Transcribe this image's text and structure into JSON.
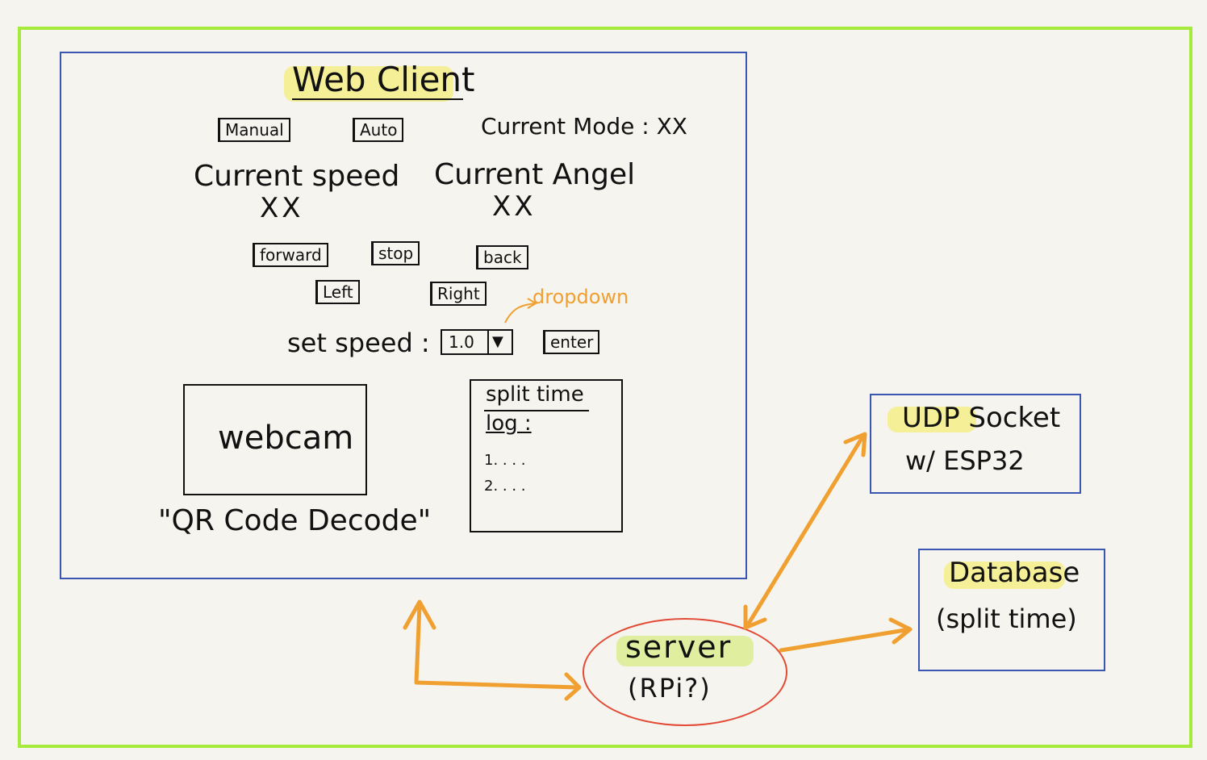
{
  "web_client": {
    "title": "Web Client",
    "buttons": {
      "manual": "Manual",
      "auto": "Auto",
      "forward": "forward",
      "stop": "stop",
      "back": "back",
      "left": "Left",
      "right": "Right",
      "enter": "enter"
    },
    "current_mode_label": "Current Mode : XX",
    "current_speed_label": "Current speed",
    "current_speed_value": "XX",
    "current_angle_label": "Current Angel",
    "current_angle_value": "XX",
    "set_speed_label": "set speed :",
    "speed_dropdown_value": "1.0",
    "dropdown_annotation": "dropdown",
    "webcam_label": "webcam",
    "qr_caption": "\"QR Code Decode\"",
    "split_log": {
      "title_line1": "split time",
      "title_line2": "log :",
      "entries": [
        "1. . . .",
        "2. . . ."
      ]
    }
  },
  "udp_socket": {
    "line1": "UDP Socket",
    "line2": "w/ ESP32"
  },
  "database": {
    "line1": "Database",
    "line2": "(split time)"
  },
  "server": {
    "line1": "server",
    "line2": "(RPi?)"
  },
  "colors": {
    "outer_frame": "#a6ea3c",
    "panel_border": "#3b56b0",
    "arrow": "#f0a030",
    "server_border": "#e24a36",
    "highlight": "#f4ee7a"
  }
}
